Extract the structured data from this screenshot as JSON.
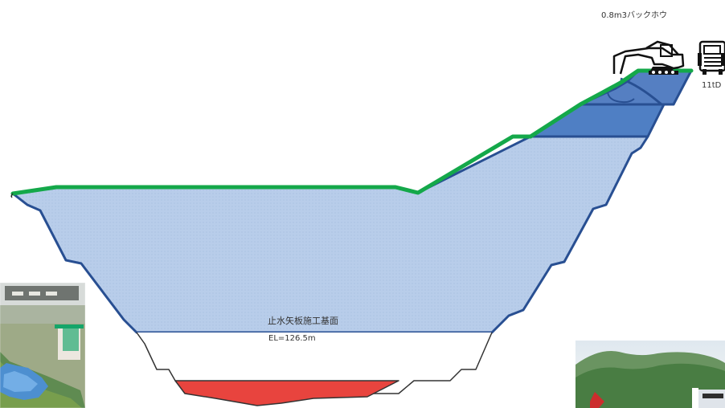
{
  "labels": {
    "backhoe": "0.8m3バックホウ",
    "truck": "11tD",
    "base_surface": "止水矢板施工基面",
    "elevation": "EL=126.5m"
  },
  "colors": {
    "ground_line": "#14a84a",
    "excavation_fill": "#b6cbe8",
    "bench_fill": "#4f79c0",
    "outline": "#284f92",
    "lower_outline": "#333333",
    "red_fill": "#e8403b"
  },
  "icons": {
    "backhoe": "excavator-icon",
    "truck": "dump-truck-icon"
  }
}
